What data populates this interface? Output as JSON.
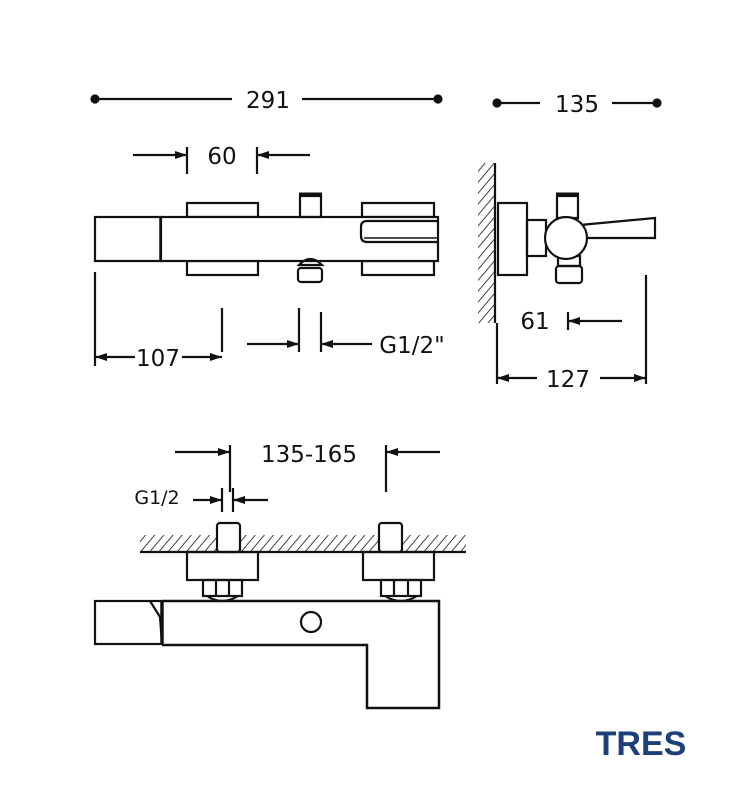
{
  "drawing": {
    "front_view": {
      "overall_width": "291",
      "handle_width": "60",
      "inlet_offset": "107",
      "inlet_thread": "G1/2\""
    },
    "side_view": {
      "overall_depth": "135",
      "spout_offset": "61",
      "body_depth": "127"
    },
    "top_view": {
      "inlet_spacing": "135-165",
      "inlet_thread": "G1/2"
    }
  },
  "brand": {
    "name": "TRES",
    "color": "#1d3f7a"
  },
  "line_color": "#111111"
}
